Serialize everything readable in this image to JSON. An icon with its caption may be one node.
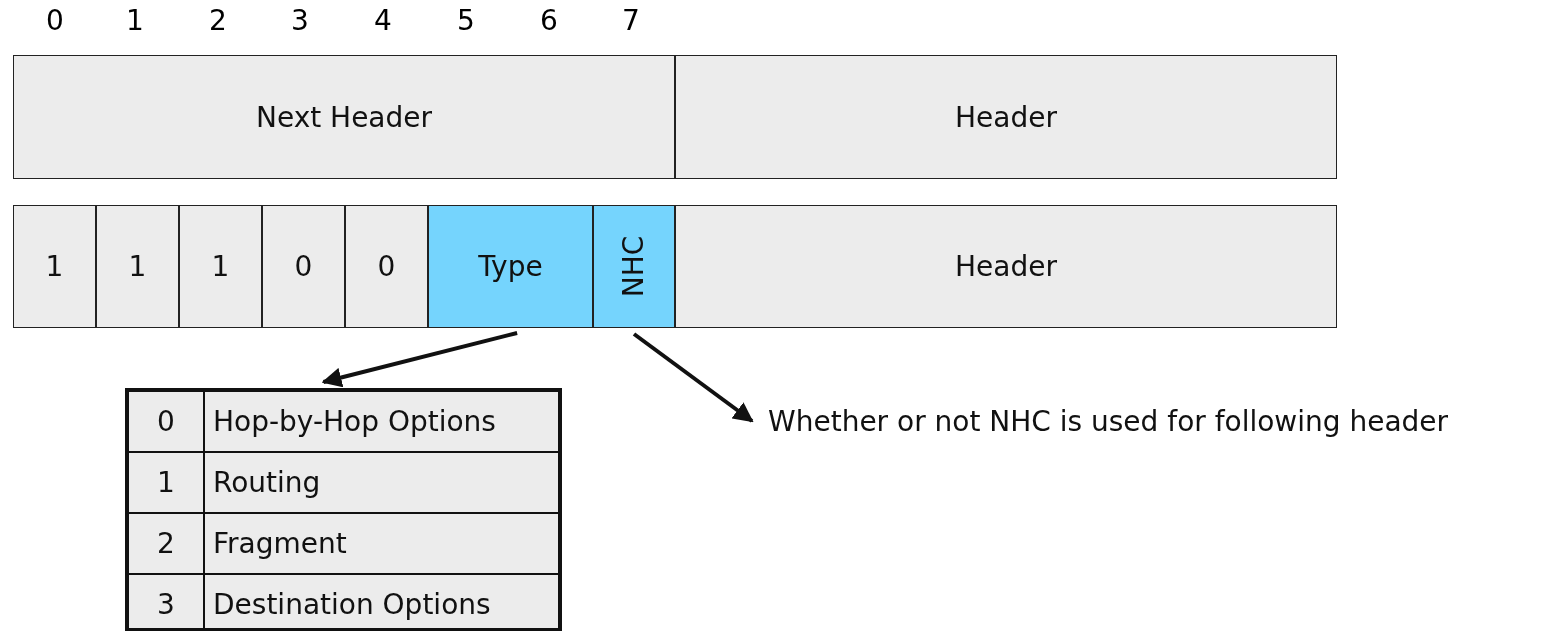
{
  "diagram": {
    "nodes": [
      {
        "text": [
          "Next Header"
        ]
      },
      {
        "text": [
          "Header"
        ]
      },
      {
        "text": [
          "1"
        ]
      },
      {
        "text": [
          "1"
        ]
      },
      {
        "text": [
          "1"
        ]
      },
      {
        "text": [
          "0"
        ]
      },
      {
        "text": [
          "0"
        ]
      },
      {
        "text": [
          "Type"
        ]
      },
      {
        "text": [
          "NHC"
        ]
      },
      {
        "text": [
          "Header"
        ]
      },
      {
        "text": [
          "0",
          "Hop-by-Hop Options",
          "1",
          "Routing",
          "2",
          "Fragment",
          "3",
          "Destination Options"
        ]
      },
      {
        "text": [
          "Whether or not NHC is used for following header"
        ]
      }
    ],
    "edges": [
      {
        "from": 7,
        "to": 10,
        "arrow": "to"
      },
      {
        "from": 8,
        "to": 11,
        "arrow": "to"
      }
    ],
    "labels": [
      "0",
      "1",
      "2",
      "3",
      "4",
      "5",
      "6",
      "7"
    ]
  }
}
